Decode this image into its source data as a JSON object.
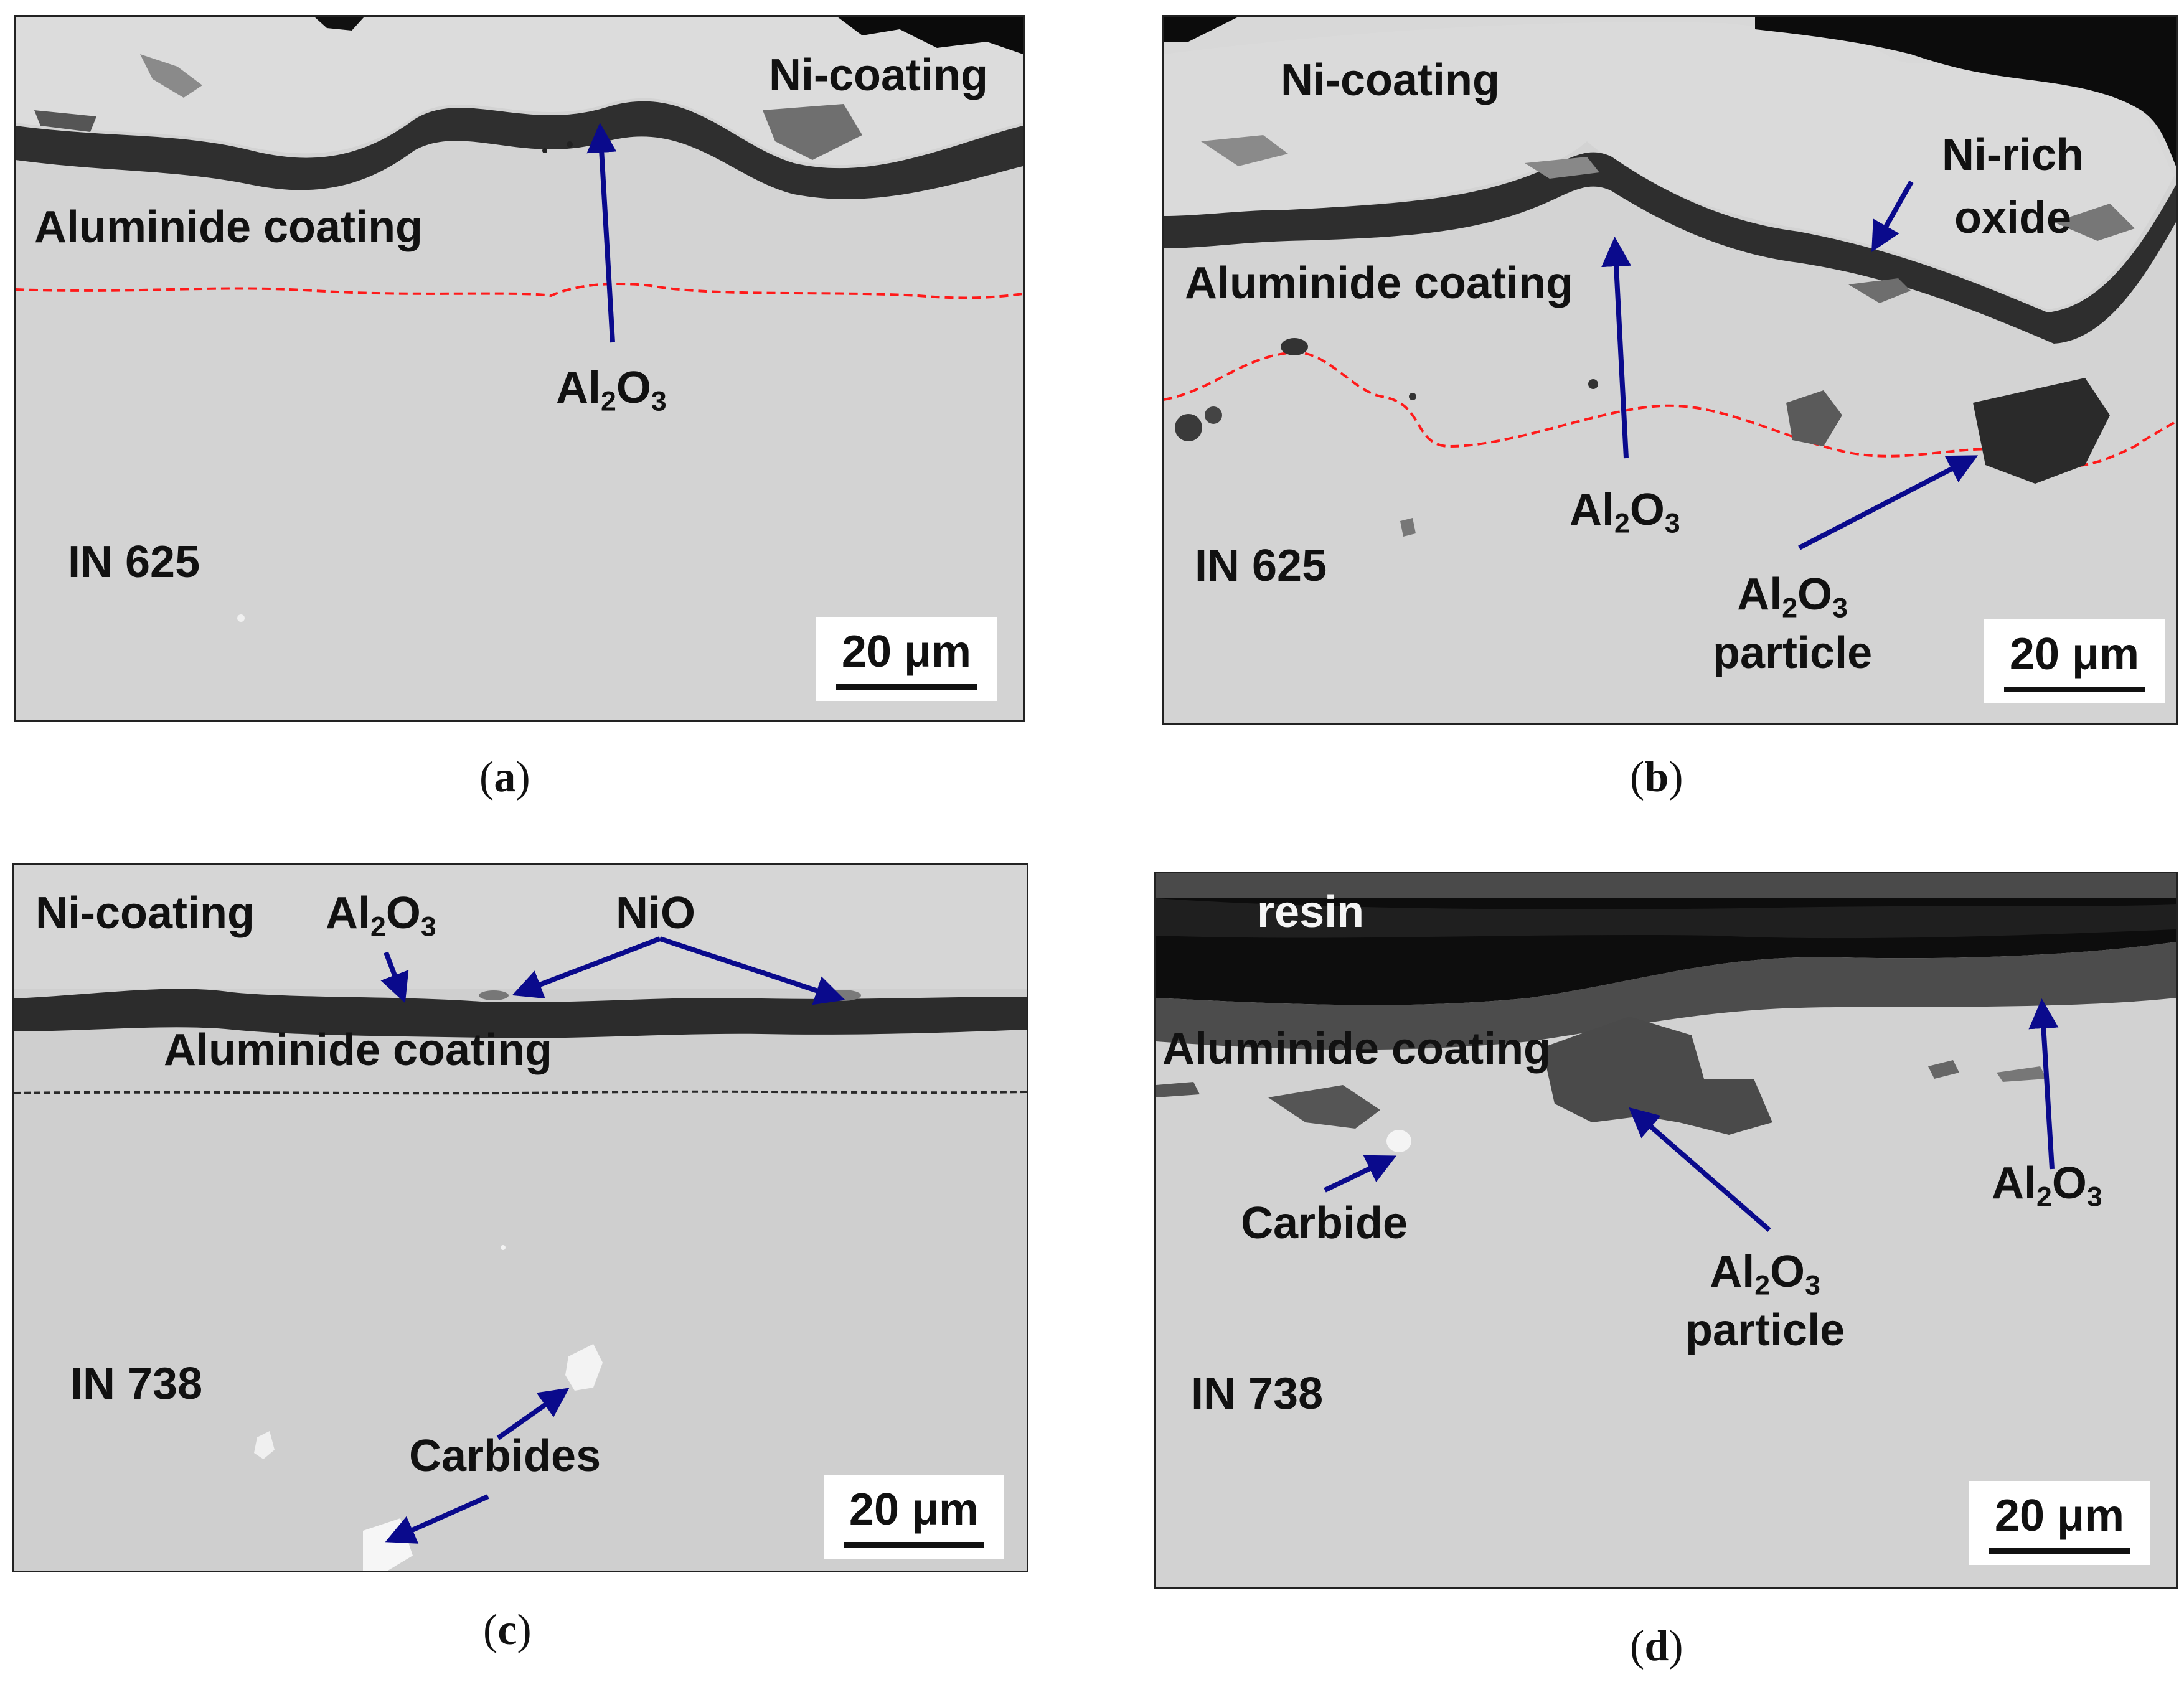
{
  "colors": {
    "arrow": "#0a0a8c",
    "interface_line_red": "#ff1a1a",
    "oxide_dark": "#2b2b2b",
    "substrate": "#d3d3d3",
    "resin": "#0d0d0d"
  },
  "panels": {
    "a": {
      "caption_letter": "a",
      "labels": {
        "ni_coating": "Ni-coating",
        "aluminide": "Aluminide coating",
        "alumina_base": "Al",
        "alumina_sub1": "2",
        "alumina_o": "O",
        "alumina_sub2": "3",
        "substrate": "IN 625"
      },
      "scale_bar": "20 μm"
    },
    "b": {
      "caption_letter": "b",
      "labels": {
        "ni_coating": "Ni-coating",
        "ni_rich_1": "Ni-rich",
        "ni_rich_2": "oxide",
        "aluminide": "Aluminide coating",
        "alumina_base": "Al",
        "alumina_sub1": "2",
        "alumina_o": "O",
        "alumina_sub2": "3",
        "particle_base": "Al",
        "particle_sub1": "2",
        "particle_o": "O",
        "particle_sub2": "3",
        "particle_word": "particle",
        "substrate": "IN 625"
      },
      "scale_bar": "20 μm"
    },
    "c": {
      "caption_letter": "c",
      "labels": {
        "ni_coating": "Ni-coating",
        "alumina_base": "Al",
        "alumina_sub1": "2",
        "alumina_o": "O",
        "alumina_sub2": "3",
        "nio": "NiO",
        "aluminide": "Aluminide coating",
        "substrate": "IN 738",
        "carbides": "Carbides"
      },
      "scale_bar": "20 μm"
    },
    "d": {
      "caption_letter": "d",
      "labels": {
        "resin": "resin",
        "aluminide": "Aluminide coating",
        "carbide": "Carbide",
        "particle_base": "Al",
        "particle_sub1": "2",
        "particle_o": "O",
        "particle_sub2": "3",
        "particle_word": "particle",
        "alumina_base": "Al",
        "alumina_sub1": "2",
        "alumina_o": "O",
        "alumina_sub2": "3",
        "substrate": "IN 738"
      },
      "scale_bar": "20 μm"
    }
  }
}
